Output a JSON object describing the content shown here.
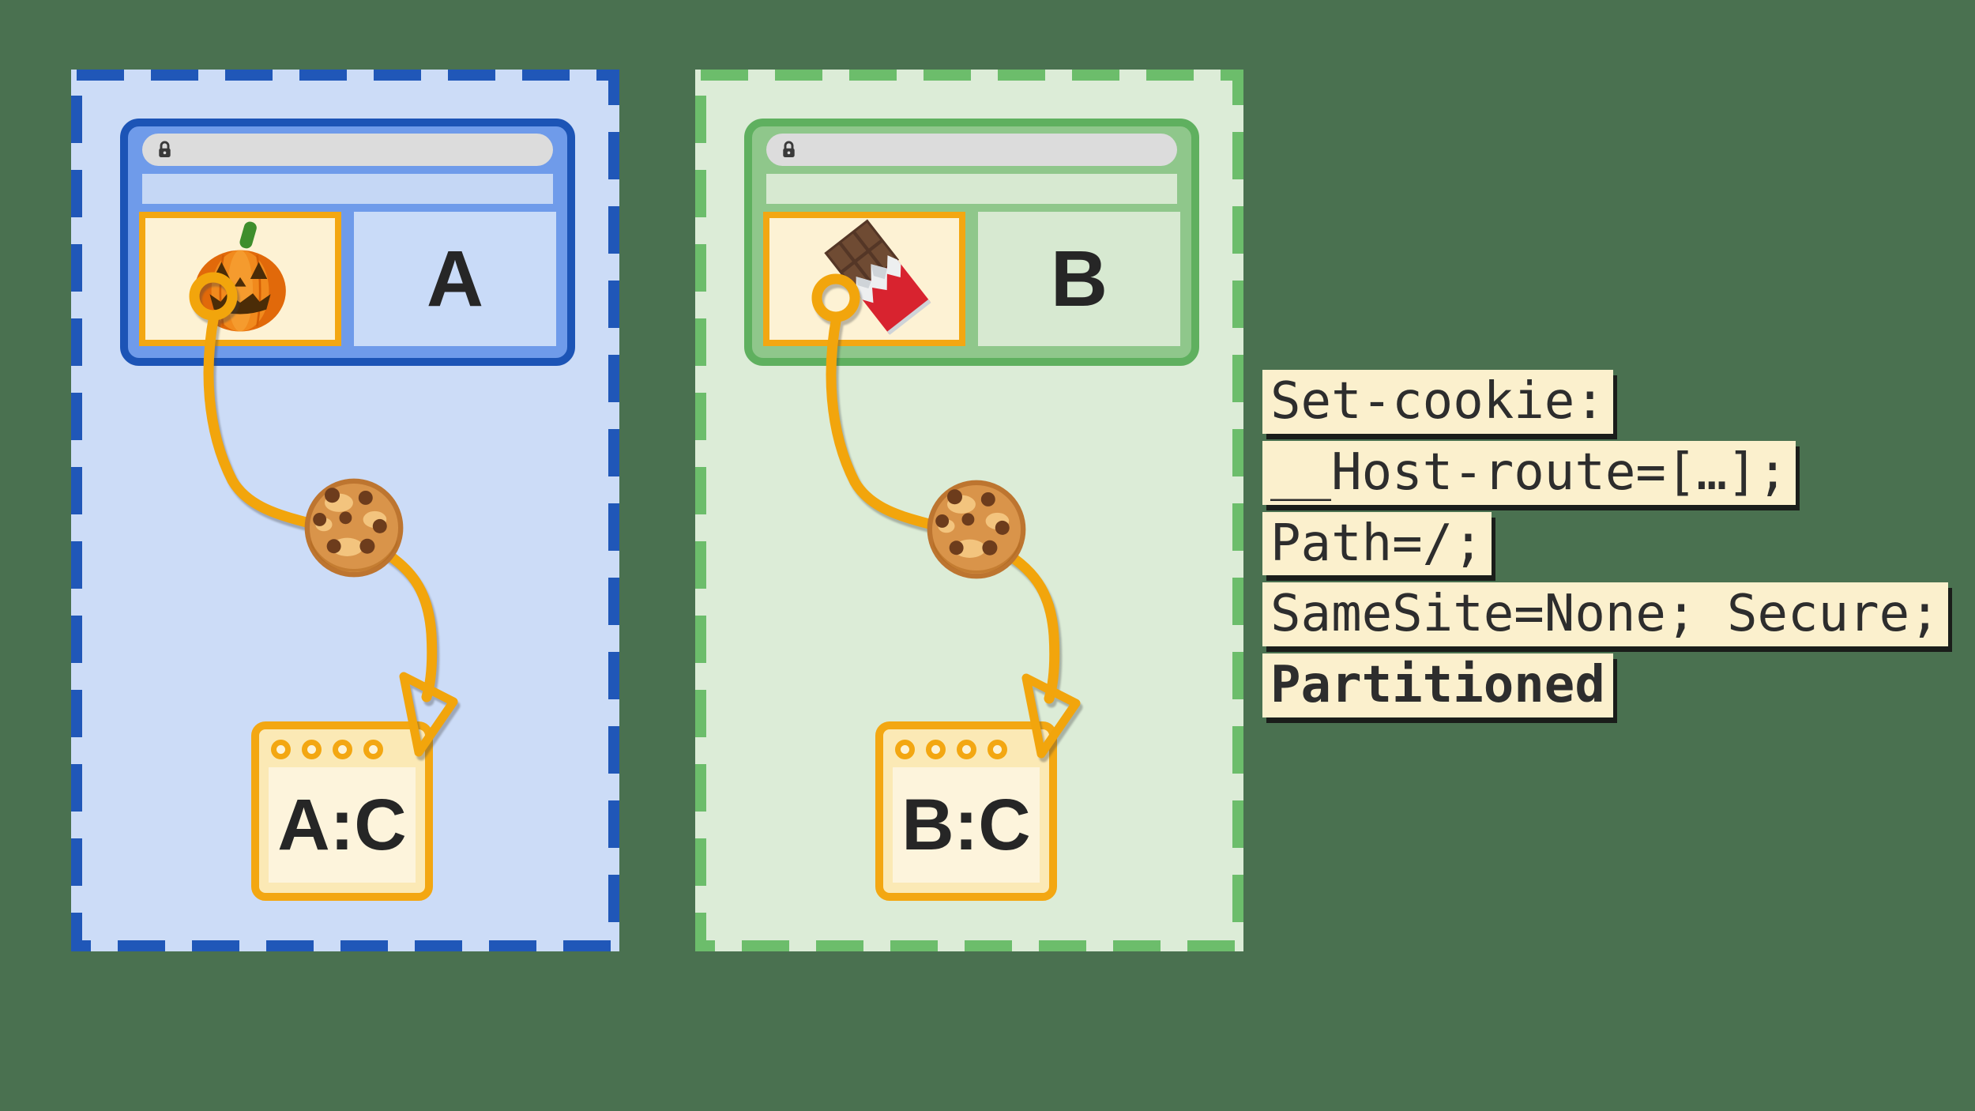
{
  "background": {
    "color": "#4a7150"
  },
  "panels": [
    {
      "name": "site-a-partition",
      "site_letter": "A",
      "storage_label": "A:C",
      "iframe_icon": "jack-o-lantern",
      "flow_icon": "cookie",
      "accent_color": "#2057b8",
      "fill_color": "#ccdcf7",
      "browser_border_color": "#1c54b6",
      "iframe_border_color": "#f3a712"
    },
    {
      "name": "site-b-partition",
      "site_letter": "B",
      "storage_label": "B:C",
      "iframe_icon": "chocolate-bar",
      "flow_icon": "cookie",
      "accent_color": "#6cbd6b",
      "fill_color": "#dcecd7",
      "browser_border_color": "#5fb05f",
      "iframe_border_color": "#f3a712"
    }
  ],
  "flow": {
    "line_color": "#f2a50c"
  },
  "code_block": {
    "background_color": "#fbf0cd",
    "text_color": "#2d2d2d",
    "lines": [
      {
        "text": "Set-cookie:",
        "bold": false
      },
      {
        "text": "__Host-route=[…];",
        "bold": false
      },
      {
        "text": "Path=/;",
        "bold": false
      },
      {
        "text": "SameSite=None; Secure;",
        "bold": false
      },
      {
        "text": "Partitioned",
        "bold": true
      }
    ]
  }
}
